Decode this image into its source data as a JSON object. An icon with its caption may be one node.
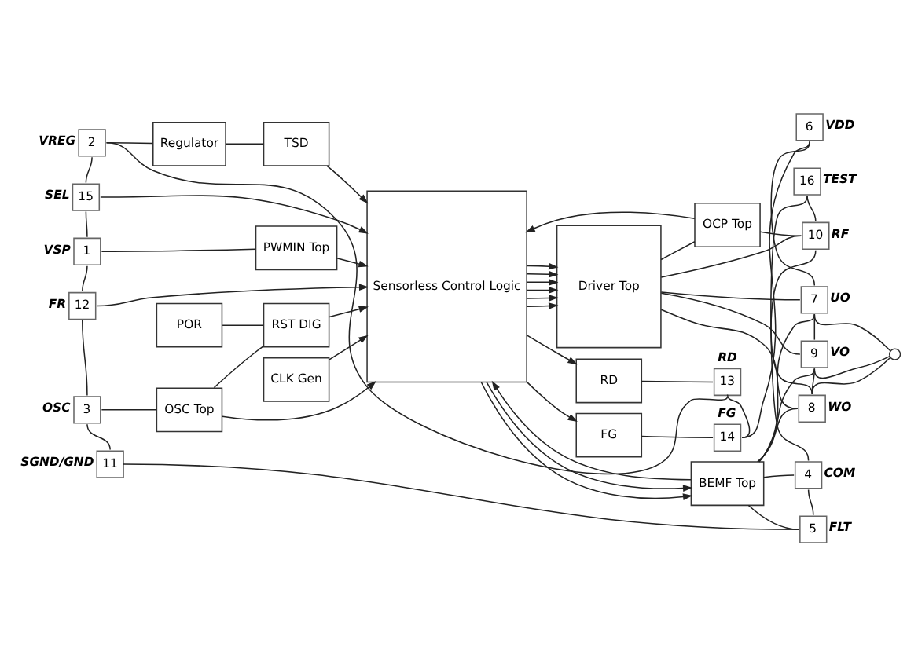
{
  "diagram": {
    "nodes": [
      {
        "text": [
          "Regulator"
        ]
      },
      {
        "text": [
          "TSD"
        ]
      },
      {
        "text": [
          "Sensorless Control Logic"
        ]
      },
      {
        "text": [
          "RD"
        ]
      },
      {
        "text": [
          "FG"
        ]
      },
      {
        "text": [
          "Driver Top"
        ]
      },
      {
        "text": [
          "PWMIN Top"
        ]
      },
      {
        "text": [
          "POR"
        ]
      },
      {
        "text": [
          "RST DIG"
        ]
      },
      {
        "text": [
          "OSC Top"
        ]
      },
      {
        "text": [
          "CLK Gen"
        ]
      },
      {
        "text": [
          "OCP Top"
        ]
      },
      {
        "text": [
          "BEMF Top"
        ]
      },
      {
        "text": [
          "2"
        ],
        "beside": [
          "VREG"
        ]
      },
      {
        "text": [
          "15"
        ],
        "beside": [
          "SEL"
        ]
      },
      {
        "text": [
          "1"
        ],
        "beside": [
          "VSP"
        ]
      },
      {
        "text": [
          "12"
        ],
        "beside": [
          "FR"
        ]
      },
      {
        "text": [
          "3"
        ],
        "beside": [
          "OSC"
        ]
      },
      {
        "text": [
          "11"
        ],
        "beside": [
          "SGND/GND"
        ]
      },
      {
        "text": [
          "13"
        ],
        "beside": [
          "RD"
        ]
      },
      {
        "text": [
          "14"
        ],
        "beside": [
          "FG"
        ]
      },
      {
        "text": [
          "6"
        ],
        "beside": [
          "VDD"
        ]
      },
      {
        "text": [
          "7"
        ],
        "beside": [
          "UO"
        ]
      },
      {
        "text": [
          "9"
        ],
        "beside": [
          "VO"
        ]
      },
      {
        "text": [
          "8"
        ],
        "beside": [
          "WO"
        ]
      },
      {
        "text": [
          "10"
        ],
        "beside": [
          "RF"
        ]
      },
      {
        "text": [
          "16"
        ],
        "beside": [
          "TEST"
        ]
      },
      {
        "text": [
          "4"
        ],
        "beside": [
          "COM"
        ]
      },
      {
        "text": [
          "5"
        ],
        "beside": [
          "FLT"
        ]
      },
      {
        "text": [],
        "shape": "circle"
      }
    ],
    "edges": [
      {
        "from": 13,
        "to": 0,
        "arrow": "none"
      },
      {
        "from": 0,
        "to": 1,
        "arrow": "none"
      },
      {
        "from": 1,
        "to": 2,
        "arrow": "to"
      },
      {
        "from": 14,
        "to": 2,
        "arrow": "to"
      },
      {
        "from": 15,
        "to": 6,
        "arrow": "none"
      },
      {
        "from": 6,
        "to": 2,
        "arrow": "to"
      },
      {
        "from": 16,
        "to": 2,
        "arrow": "to"
      },
      {
        "from": 7,
        "to": 8,
        "arrow": "none"
      },
      {
        "from": 8,
        "to": 2,
        "arrow": "to"
      },
      {
        "from": 17,
        "to": 9,
        "arrow": "none"
      },
      {
        "from": 9,
        "to": 8,
        "arrow": "none"
      },
      {
        "from": 9,
        "to": 2,
        "arrow": "to"
      },
      {
        "from": 2,
        "to": 3,
        "arrow": "to"
      },
      {
        "from": 3,
        "to": 19,
        "arrow": "none"
      },
      {
        "from": 2,
        "to": 4,
        "arrow": "to"
      },
      {
        "from": 4,
        "to": 20,
        "arrow": "none"
      },
      {
        "from": 2,
        "to": 5,
        "arrow": "to"
      },
      {
        "from": 2,
        "to": 5,
        "arrow": "to"
      },
      {
        "from": 2,
        "to": 5,
        "arrow": "to"
      },
      {
        "from": 2,
        "to": 5,
        "arrow": "to"
      },
      {
        "from": 2,
        "to": 5,
        "arrow": "to"
      },
      {
        "from": 2,
        "to": 5,
        "arrow": "to"
      },
      {
        "from": 5,
        "to": 22,
        "arrow": "none"
      },
      {
        "from": 5,
        "to": 23,
        "arrow": "none"
      },
      {
        "from": 5,
        "to": 24,
        "arrow": "none"
      },
      {
        "from": 5,
        "to": 11,
        "arrow": "none"
      },
      {
        "from": 5,
        "to": 25,
        "arrow": "none"
      },
      {
        "from": 11,
        "to": 25,
        "arrow": "none"
      },
      {
        "from": 11,
        "to": 2,
        "arrow": "to"
      },
      {
        "from": 10,
        "to": 2,
        "arrow": "to"
      },
      {
        "from": 2,
        "to": 12,
        "arrow": "to"
      },
      {
        "from": 2,
        "to": 12,
        "arrow": "to"
      },
      {
        "from": 12,
        "to": 2,
        "arrow": "to"
      },
      {
        "from": 12,
        "to": 22,
        "arrow": "none"
      },
      {
        "from": 12,
        "to": 23,
        "arrow": "none"
      },
      {
        "from": 12,
        "to": 24,
        "arrow": "none"
      },
      {
        "from": 12,
        "to": 27,
        "arrow": "none"
      },
      {
        "from": 12,
        "to": 28,
        "arrow": "none"
      },
      {
        "from": 22,
        "to": 29,
        "arrow": "none"
      },
      {
        "from": 23,
        "to": 29,
        "arrow": "none"
      },
      {
        "from": 24,
        "to": 29,
        "arrow": "none"
      },
      {
        "from": 13,
        "to": 19,
        "arrow": "none"
      },
      {
        "from": 19,
        "to": 20,
        "arrow": "none"
      },
      {
        "from": 20,
        "to": 21,
        "arrow": "none"
      },
      {
        "from": 21,
        "to": 22,
        "arrow": "none"
      },
      {
        "from": 22,
        "to": 23,
        "arrow": "none"
      },
      {
        "from": 23,
        "to": 24,
        "arrow": "none"
      },
      {
        "from": 24,
        "to": 25,
        "arrow": "none"
      },
      {
        "from": 25,
        "to": 26,
        "arrow": "none"
      },
      {
        "from": 26,
        "to": 27,
        "arrow": "none"
      },
      {
        "from": 27,
        "to": 28,
        "arrow": "none"
      },
      {
        "from": 13,
        "to": 14,
        "arrow": "none"
      },
      {
        "from": 14,
        "to": 15,
        "arrow": "none"
      },
      {
        "from": 15,
        "to": 16,
        "arrow": "none"
      },
      {
        "from": 16,
        "to": 17,
        "arrow": "none"
      },
      {
        "from": 17,
        "to": 18,
        "arrow": "none"
      },
      {
        "from": 18,
        "to": 28,
        "arrow": "none"
      }
    ]
  }
}
